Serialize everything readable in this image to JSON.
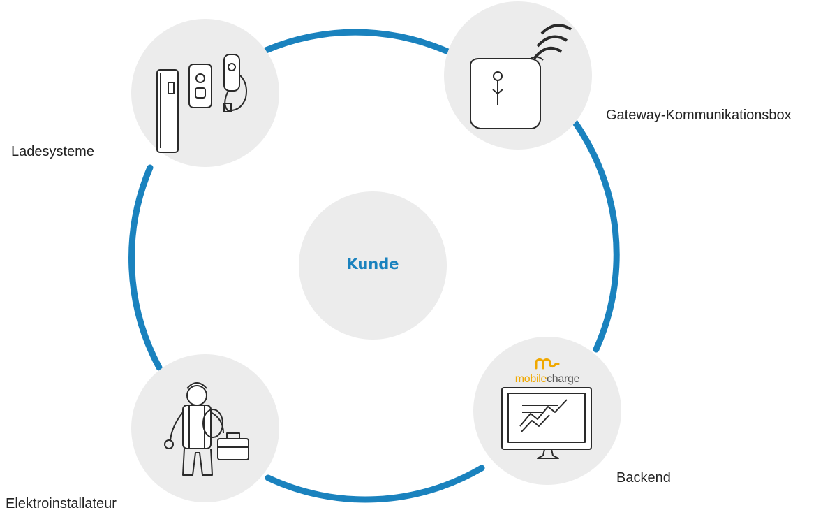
{
  "colors": {
    "ring": "#1a82be",
    "node_fill": "#ececec",
    "center_text": "#1a82be",
    "logo_accent": "#f0a800"
  },
  "center": {
    "label": "Kunde"
  },
  "nodes": [
    {
      "id": "ladesysteme",
      "label": "Ladesysteme",
      "icon": "charging-stations-icon"
    },
    {
      "id": "gateway",
      "label": "Gateway-Kommunikationsbox",
      "icon": "gateway-box-icon"
    },
    {
      "id": "backend",
      "label": "Backend",
      "icon": "backend-monitor-icon"
    },
    {
      "id": "elektroinstallateur",
      "label": "Elektroinstallateur",
      "icon": "electrician-icon"
    }
  ],
  "backend_logo": {
    "part1": "mobile",
    "part2": "charge"
  }
}
